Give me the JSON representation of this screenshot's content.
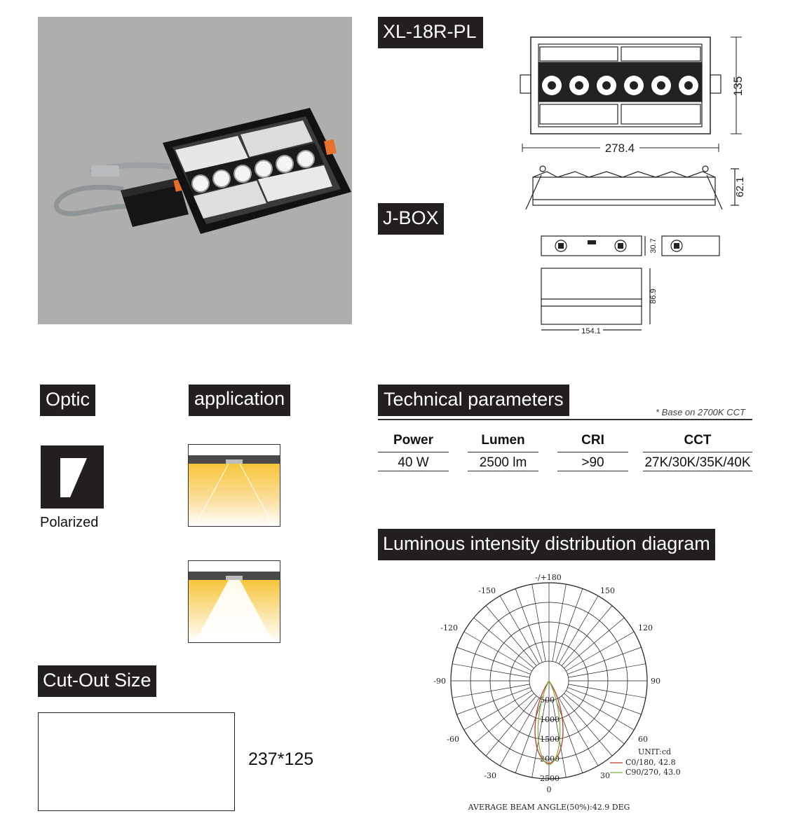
{
  "product": {
    "model": "XL-18R-PL",
    "jbox_label": "J-BOX"
  },
  "dimensions": {
    "fixture_height": "135",
    "fixture_width": "278.4",
    "fixture_depth": "62.1",
    "jbox_height": "30.7",
    "jbox_depth": "86.9",
    "jbox_width": "154.1"
  },
  "sections": {
    "optic": "Optic",
    "application": "application",
    "technical": "Technical parameters",
    "luminous": "Luminous intensity distribution diagram",
    "cutout": "Cut-Out Size"
  },
  "optic": {
    "type": "Polarized"
  },
  "technical": {
    "note": "* Base on 2700K CCT",
    "headers": [
      "Power",
      "Lumen",
      "CRI",
      "CCT"
    ],
    "values": [
      "40 W",
      "2500 lm",
      ">90",
      "27K/30K/35K/40K"
    ]
  },
  "cutout": {
    "size": "237*125"
  },
  "polar": {
    "top_label": "-/+180",
    "angle_labels": {
      "n150": "-150",
      "p150": "150",
      "n120": "-120",
      "p120": "120",
      "n90": "-90",
      "p90": "90",
      "n60": "-60",
      "p60": "60",
      "n30": "-30",
      "p30": "30",
      "zero": "0"
    },
    "ring_labels": [
      "500",
      "1000",
      "1500",
      "2000",
      "2500"
    ],
    "unit": "UNIT:cd",
    "legend": [
      {
        "label": "C0/180, 42.8",
        "color": "#c0392b"
      },
      {
        "label": "C90/270, 43.0",
        "color": "#7cb342"
      }
    ],
    "beam_angle_text": "AVERAGE BEAM ANGLE(50%):42.9 DEG"
  },
  "colors": {
    "label_bg": "#231f20",
    "photo_bg": "#aeafad",
    "warm_light": "#f6c53a"
  }
}
